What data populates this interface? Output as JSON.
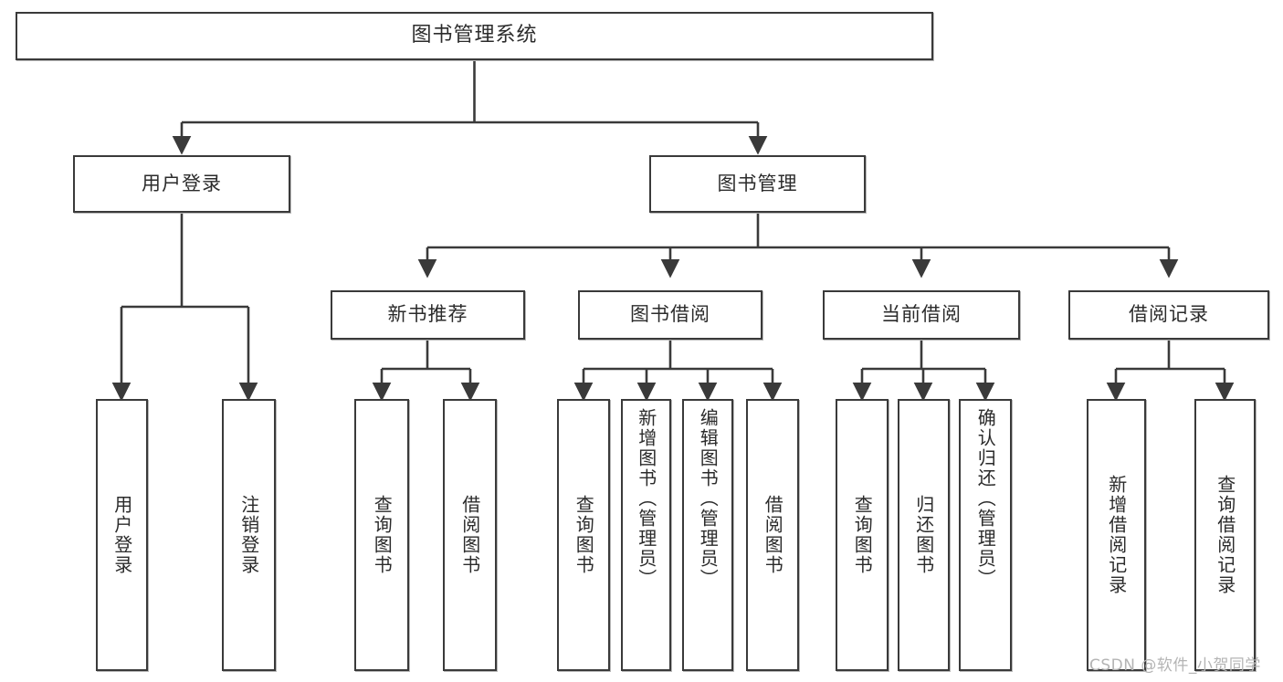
{
  "diagram": {
    "type": "tree-hierarchy-chart",
    "title": "图书管理系统",
    "orientation": "top-down",
    "colors": {
      "box_border": "#3a3a3a",
      "box_fill": "#ffffff",
      "connector": "#3a3a3a",
      "text": "#2b2b2b",
      "watermark": "#b4b4b4",
      "background": "#ffffff"
    },
    "root": {
      "label": "图书管理系统"
    },
    "level2": [
      {
        "label": "用户登录"
      },
      {
        "label": "图书管理"
      }
    ],
    "level3": [
      {
        "label": "新书推荐"
      },
      {
        "label": "图书借阅"
      },
      {
        "label": "当前借阅"
      },
      {
        "label": "借阅记录"
      }
    ],
    "leaves": [
      {
        "label": "用户登录",
        "parent": "用户登录"
      },
      {
        "label": "注销登录",
        "parent": "用户登录"
      },
      {
        "label": "查询图书",
        "parent": "新书推荐"
      },
      {
        "label": "借阅图书",
        "parent": "新书推荐"
      },
      {
        "label": "查询图书",
        "parent": "图书借阅"
      },
      {
        "label": "新增图书（管理员）",
        "parent": "图书借阅"
      },
      {
        "label": "编辑图书（管理员）",
        "parent": "图书借阅"
      },
      {
        "label": "借阅图书",
        "parent": "图书借阅"
      },
      {
        "label": "查询图书",
        "parent": "当前借阅"
      },
      {
        "label": "归还图书",
        "parent": "当前借阅"
      },
      {
        "label": "确认归还（管理员）",
        "parent": "当前借阅"
      },
      {
        "label": "新增借阅记录",
        "parent": "借阅记录"
      },
      {
        "label": "查询借阅记录",
        "parent": "借阅记录"
      }
    ],
    "watermark": "CSDN @软件_小贺同学"
  }
}
